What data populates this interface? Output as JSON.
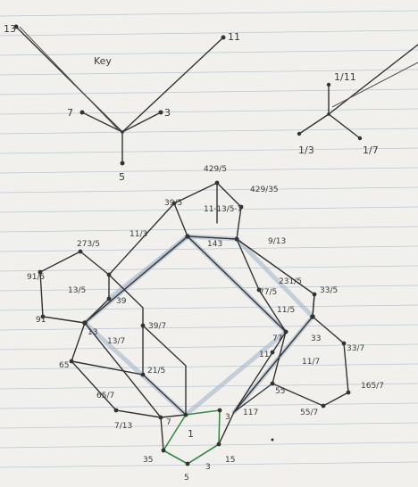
{
  "key_left": {
    "title": "Key",
    "labels": {
      "13": "13",
      "11": "11",
      "7": "7",
      "3": "3",
      "5": "5"
    }
  },
  "key_right": {
    "labels": {
      "top": "1/11",
      "left": "1/3",
      "right": "1/7"
    }
  },
  "lattice": {
    "labels": [
      {
        "id": "n429_5",
        "text": "429/5"
      },
      {
        "id": "n39_5",
        "text": "39/5"
      },
      {
        "id": "n1143_57",
        "text": "11·13/5·7"
      },
      {
        "id": "n429_35",
        "text": "429/35"
      },
      {
        "id": "n11_3",
        "text": "11/3"
      },
      {
        "id": "n143",
        "text": "143"
      },
      {
        "id": "n9_13",
        "text": "9/13"
      },
      {
        "id": "n273_5",
        "text": "273/5"
      },
      {
        "id": "n91_5",
        "text": "91/5"
      },
      {
        "id": "n13_5",
        "text": "13/5"
      },
      {
        "id": "n39",
        "text": "39"
      },
      {
        "id": "n91",
        "text": "91"
      },
      {
        "id": "n13",
        "text": "13"
      },
      {
        "id": "n13_7",
        "text": "13/7"
      },
      {
        "id": "n39_7",
        "text": "39/7"
      },
      {
        "id": "n65",
        "text": "65"
      },
      {
        "id": "n21_5",
        "text": "21/5"
      },
      {
        "id": "n65_7",
        "text": "65/7"
      },
      {
        "id": "n77_5",
        "text": "77/5"
      },
      {
        "id": "n231_5",
        "text": "231/5"
      },
      {
        "id": "n11_5",
        "text": "11/5"
      },
      {
        "id": "n33_5",
        "text": "33/5"
      },
      {
        "id": "n77",
        "text": "77"
      },
      {
        "id": "n11",
        "text": "11"
      },
      {
        "id": "n33",
        "text": "33"
      },
      {
        "id": "n11_7",
        "text": "11/7"
      },
      {
        "id": "n33_7",
        "text": "33/7"
      },
      {
        "id": "n165_7",
        "text": "165/7"
      },
      {
        "id": "n55",
        "text": "55"
      },
      {
        "id": "n55_7",
        "text": "55/7"
      },
      {
        "id": "n7",
        "text": "7"
      },
      {
        "id": "n3",
        "text": "3"
      },
      {
        "id": "n1",
        "text": "1"
      },
      {
        "id": "n35",
        "text": "35"
      },
      {
        "id": "n15",
        "text": "15"
      },
      {
        "id": "n5",
        "text": "5"
      },
      {
        "id": "n3b",
        "text": "3"
      },
      {
        "id": "n117",
        "text": "117"
      },
      {
        "id": "n7_13",
        "text": "7/13"
      }
    ]
  }
}
